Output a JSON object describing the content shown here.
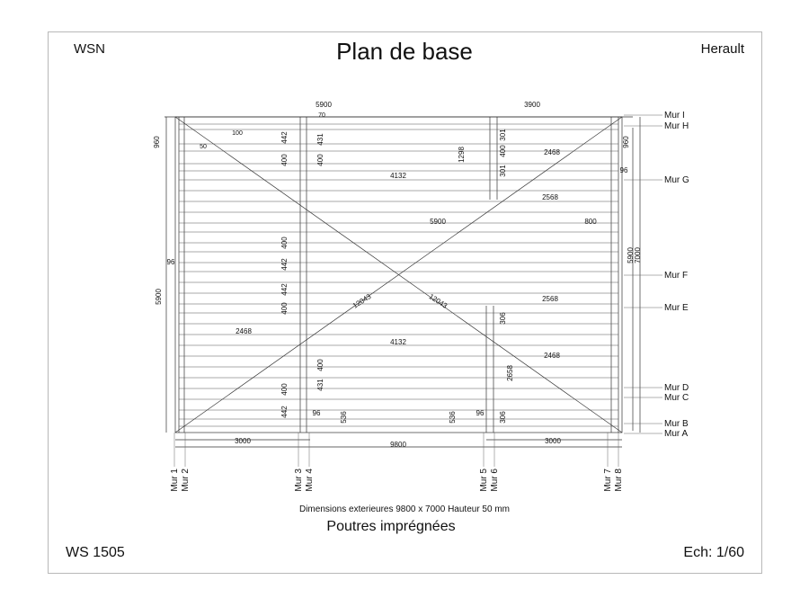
{
  "header": {
    "brand": "WSN",
    "title": "Plan de base",
    "client": "Herault"
  },
  "footer": {
    "reference": "WS 1505",
    "scale": "Ech: 1/60",
    "dimensions_note": "Dimensions exterieures 9800 x 7000 Hauteur 50 mm",
    "material": "Poutres imprégnées"
  },
  "plan": {
    "overall_width": "9800",
    "left_section_width": "5900",
    "right_section_width": "3900",
    "bottom_left_width": "3000",
    "bottom_right_width": "3000",
    "depth_right": "7000",
    "depth_inner": "5900",
    "depth_left": "5900",
    "diagonal": "12043",
    "row_labels": [
      "Mur I",
      "Mur H",
      "Mur G",
      "Mur F",
      "Mur E",
      "Mur D",
      "Mur C",
      "Mur B",
      "Mur A"
    ],
    "column_labels": [
      "Mur 1",
      "Mur 2",
      "Mur 3",
      "Mur 4",
      "Mur 5",
      "Mur 6",
      "Mur 7",
      "Mur 8"
    ],
    "beam_lengths": [
      "4132",
      "4132",
      "2468",
      "2468",
      "2468",
      "2568",
      "2568",
      "5900",
      "800"
    ],
    "small_dims": [
      "960",
      "960",
      "1298",
      "2658",
      "442",
      "442",
      "442",
      "442",
      "431",
      "431",
      "400",
      "400",
      "400",
      "400",
      "400",
      "400",
      "400",
      "306",
      "306",
      "301",
      "301",
      "96",
      "96",
      "96",
      "96",
      "536",
      "536"
    ],
    "spacings": [
      "100",
      "50",
      "70"
    ]
  }
}
